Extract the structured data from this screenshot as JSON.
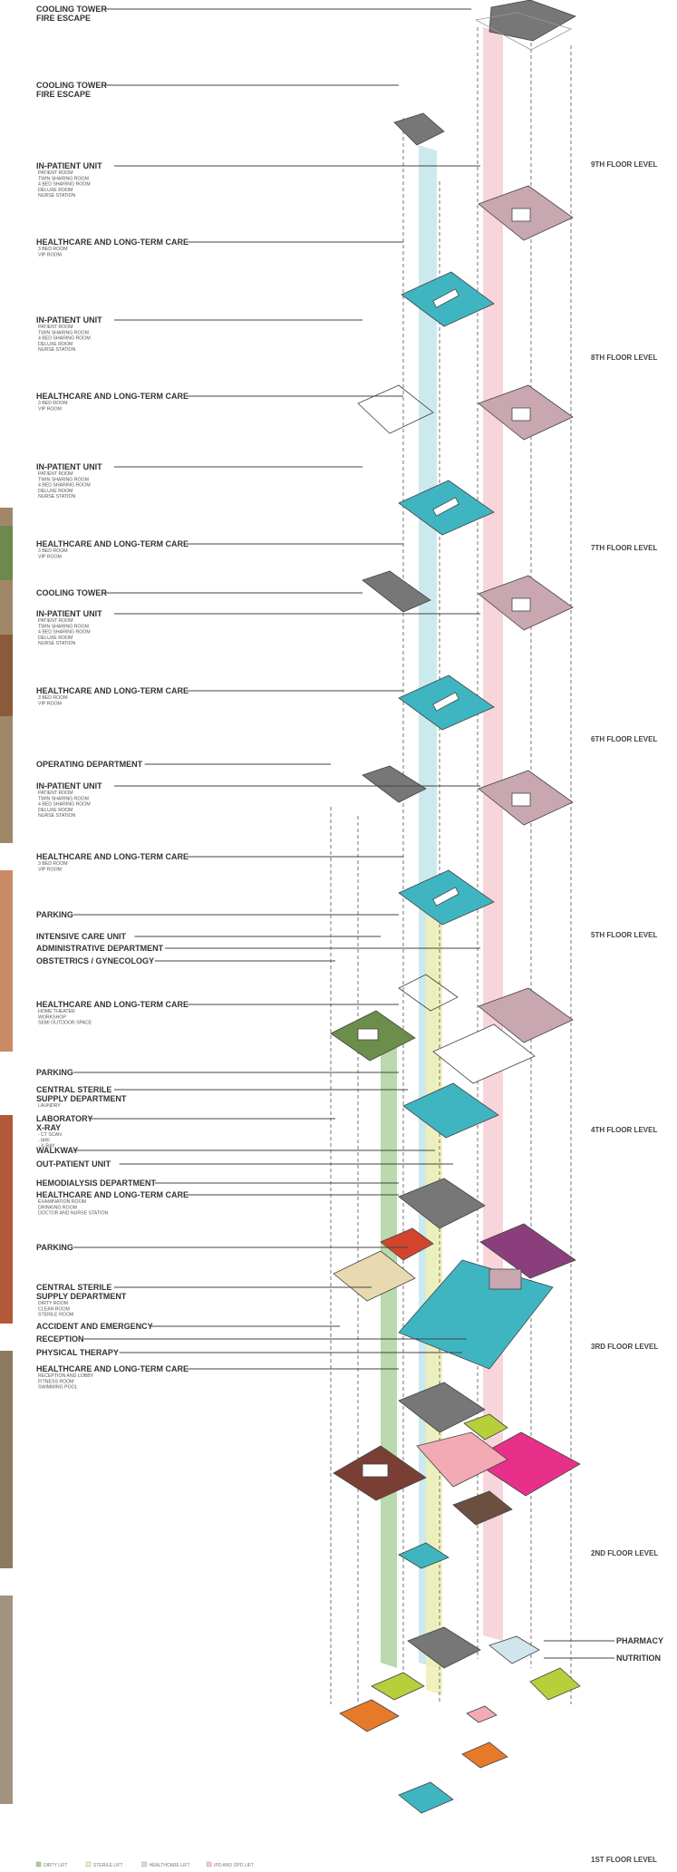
{
  "labels": [
    {
      "text": "COOLING TOWER",
      "subs": [],
      "extra": "FIRE ESCAPE"
    },
    {
      "text": "COOLING TOWER",
      "subs": [],
      "extra": "FIRE ESCAPE"
    },
    {
      "text": "IN-PATIENT UNIT",
      "subs": [
        "PATIENT ROOM",
        "TWIN SHARING ROOM",
        "4 BED SHARING ROOM",
        "DELUXE ROOM",
        "NURSE STATION"
      ]
    },
    {
      "text": "HEALTHCARE AND LONG-TERM CARE",
      "subs": [
        "3 BED ROOM",
        "VIP ROOM"
      ]
    },
    {
      "text": "IN-PATIENT UNIT",
      "subs": [
        "PATIENT ROOM",
        "TWIN SHARING ROOM",
        "4 BED SHARING ROOM",
        "DELUXE ROOM",
        "NURSE STATION"
      ]
    },
    {
      "text": "HEALTHCARE AND LONG-TERM CARE",
      "subs": [
        "3 BED ROOM",
        "VIP ROOM"
      ]
    },
    {
      "text": "IN-PATIENT UNIT",
      "subs": [
        "PATIENT ROOM",
        "TWIN SHARING ROOM",
        "4 BED SHARING ROOM",
        "DELUXE ROOM",
        "NURSE STATION"
      ]
    },
    {
      "text": "HEALTHCARE AND LONG-TERM CARE",
      "subs": [
        "3 BED ROOM",
        "VIP ROOM"
      ]
    },
    {
      "text": "COOLING TOWER",
      "subs": []
    },
    {
      "text": "IN-PATIENT UNIT",
      "subs": [
        "PATIENT ROOM",
        "TWIN SHARING ROOM",
        "4 BED SHARING ROOM",
        "DELUXE ROOM",
        "NURSE STATION"
      ]
    },
    {
      "text": "HEALTHCARE AND LONG-TERM CARE",
      "subs": [
        "3 BED ROOM",
        "VIP ROOM"
      ]
    },
    {
      "text": "OPERATING  DEPARTMENT",
      "subs": []
    },
    {
      "text": "IN-PATIENT UNIT",
      "subs": [
        "PATIENT ROOM",
        "TWIN SHARING ROOM",
        "4 BED SHARING ROOM",
        "DELUXE ROOM",
        "NURSE STATION"
      ]
    },
    {
      "text": "HEALTHCARE AND LONG-TERM CARE",
      "subs": [
        "3 BED ROOM",
        "VIP ROOM"
      ]
    },
    {
      "text": "PARKING",
      "subs": []
    },
    {
      "text": "INTENSIVE CARE UNIT",
      "subs": []
    },
    {
      "text": "ADMINISTRATIVE DEPARTMENT",
      "subs": []
    },
    {
      "text": "OBSTETRICS / GYNECOLOGY",
      "subs": []
    },
    {
      "text": "HEALTHCARE AND LONG-TERM CARE",
      "subs": [
        "HOME THEATER",
        "WORKSHOP",
        "SEMI OUTDOOR SPACE"
      ]
    },
    {
      "text": "PARKING",
      "subs": []
    },
    {
      "text": "CENTRAL STERILE",
      "subs": [
        "LAUNDRY"
      ],
      "extra": "SUPPLY DEPARTMENT"
    },
    {
      "text": "LABORATORY",
      "subs": [],
      "extra": "X-RAY",
      "subs2": [
        "CT SCAN",
        "MRI",
        "X-RAY"
      ]
    },
    {
      "text": "WALKWAY",
      "subs": []
    },
    {
      "text": "OUT-PATIENT UNIT",
      "subs": []
    },
    {
      "text": "HEMODIALYSIS DEPARTMENT",
      "subs": []
    },
    {
      "text": "HEALTHCARE AND LONG-TERM CARE",
      "subs": [
        "EXAMINATION ROOM",
        "DRINKING ROOM",
        "DOCTOR AND NURSE STATION"
      ]
    },
    {
      "text": "PARKING",
      "subs": []
    },
    {
      "text": "CENTRAL STERILE",
      "subs": [
        "DIRTY ROOM",
        "CLEAN ROOM",
        "STERILE ROOM"
      ],
      "extra": "SUPPLY DEPARTMENT"
    },
    {
      "text": "ACCIDENT AND EMERGENCY",
      "subs": []
    },
    {
      "text": "RECEPTION",
      "subs": []
    },
    {
      "text": "PHYSICAL THERAPY",
      "subs": []
    },
    {
      "text": "HEALTHCARE AND LONG-TERM CARE",
      "subs": [
        "RECEPTION AND LOBBY",
        "FITNESS ROOM",
        "SWIMMING POOL"
      ]
    }
  ],
  "right_labels": [
    "PHARMACY",
    "NUTRITION"
  ],
  "floor_levels": [
    "9TH FLOOR LEVEL",
    "8TH FLOOR LEVEL",
    "7TH FLOOR LEVEL",
    "6TH FLOOR LEVEL",
    "5TH FLOOR LEVEL",
    "4TH FLOOR LEVEL",
    "3RD FLOOR LEVEL",
    "2ND FLOOR LEVEL",
    "1ST FLOOR LEVEL"
  ],
  "legend": [
    "DIRTY LIFT",
    "STERILE LIFT",
    "HEALTHCARE LIFT",
    "IPD AND OPD LIFT"
  ],
  "colors": {
    "inpatient": "#c9a7b0",
    "healthcare": "#3fb5c2",
    "roof": "#777777",
    "operating": "#6b8f4a",
    "icu": "#d2452c",
    "admin": "#8a3f7c",
    "obstetrics": "#e9d9b0",
    "lab": "#7a3f34",
    "pink_dept": "#e8308a",
    "lime": "#b7cf3a",
    "orange": "#e67a2a",
    "lift_pink": "#f6c7cf",
    "lift_blue": "#bfe3ea",
    "lift_green": "#a9cf9a",
    "lift_yellow": "#eef0b8"
  }
}
